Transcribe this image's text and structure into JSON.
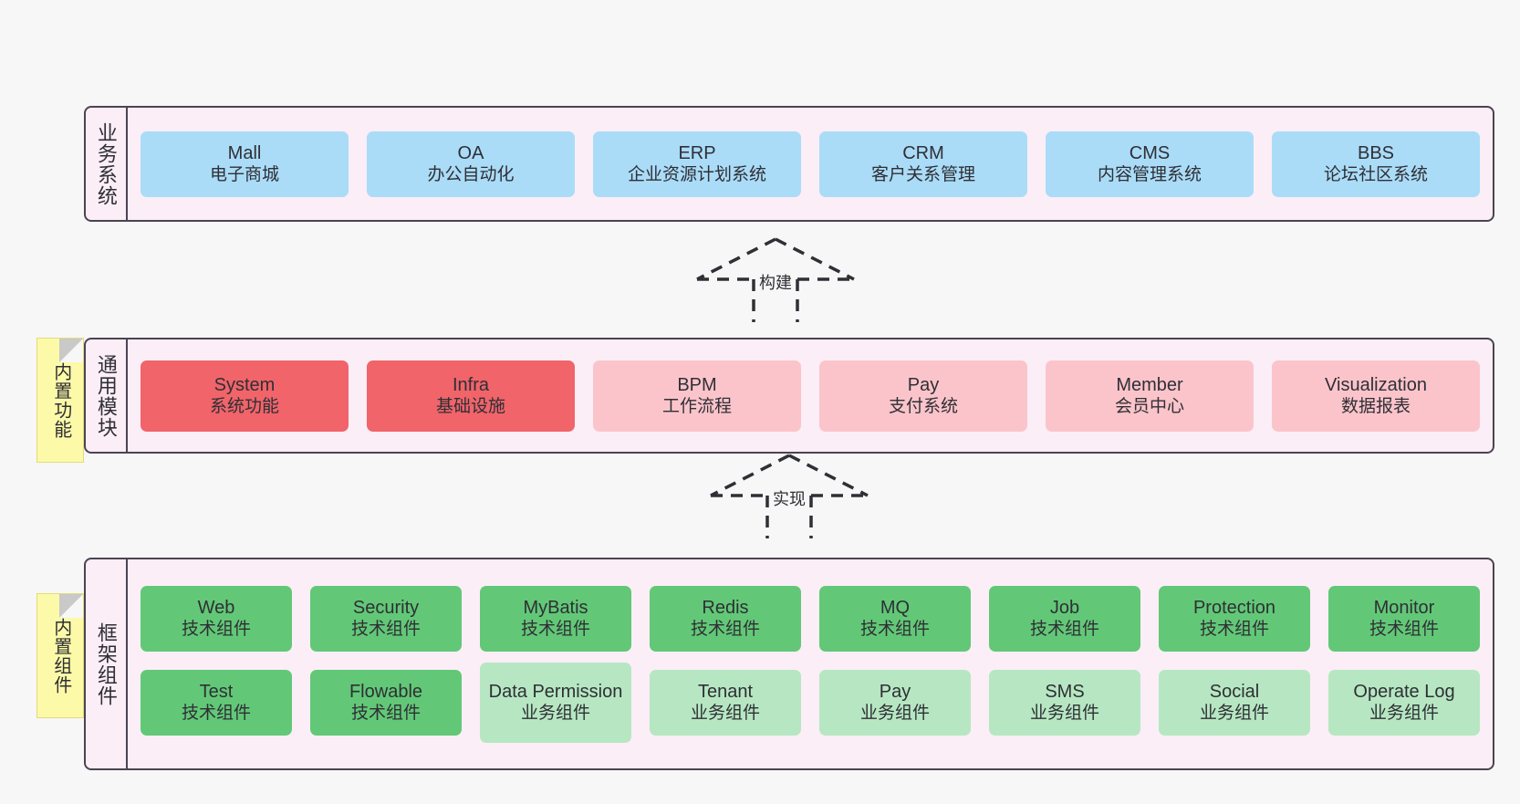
{
  "layers": [
    {
      "id": "business",
      "title": "业务系统",
      "rows": [
        {
          "cards": [
            {
              "name": "Mall",
              "desc": "电子商城",
              "style": "c-blue"
            },
            {
              "name": "OA",
              "desc": "办公自动化",
              "style": "c-blue"
            },
            {
              "name": "ERP",
              "desc": "企业资源计划系统",
              "style": "c-blue"
            },
            {
              "name": "CRM",
              "desc": "客户关系管理",
              "style": "c-blue"
            },
            {
              "name": "CMS",
              "desc": "内容管理系统",
              "style": "c-blue"
            },
            {
              "name": "BBS",
              "desc": "论坛社区系统",
              "style": "c-blue"
            }
          ]
        }
      ]
    },
    {
      "id": "common",
      "title": "通用模块",
      "sticky": "内置功能",
      "rows": [
        {
          "cards": [
            {
              "name": "System",
              "desc": "系统功能",
              "style": "c-red"
            },
            {
              "name": "Infra",
              "desc": "基础设施",
              "style": "c-red"
            },
            {
              "name": "BPM",
              "desc": "工作流程",
              "style": "c-pink"
            },
            {
              "name": "Pay",
              "desc": "支付系统",
              "style": "c-pink"
            },
            {
              "name": "Member",
              "desc": "会员中心",
              "style": "c-pink"
            },
            {
              "name": "Visualization",
              "desc": "数据报表",
              "style": "c-pink"
            }
          ]
        }
      ]
    },
    {
      "id": "frame",
      "title": "框架组件",
      "sticky": "内置组件",
      "rows": [
        {
          "cards": [
            {
              "name": "Web",
              "desc": "技术组件",
              "style": "c-green"
            },
            {
              "name": "Security",
              "desc": "技术组件",
              "style": "c-green"
            },
            {
              "name": "MyBatis",
              "desc": "技术组件",
              "style": "c-green"
            },
            {
              "name": "Redis",
              "desc": "技术组件",
              "style": "c-green"
            },
            {
              "name": "MQ",
              "desc": "技术组件",
              "style": "c-green"
            },
            {
              "name": "Job",
              "desc": "技术组件",
              "style": "c-green"
            },
            {
              "name": "Protection",
              "desc": "技术组件",
              "style": "c-green"
            },
            {
              "name": "Monitor",
              "desc": "技术组件",
              "style": "c-green"
            }
          ]
        },
        {
          "cards": [
            {
              "name": "Test",
              "desc": "技术组件",
              "style": "c-green"
            },
            {
              "name": "Flowable",
              "desc": "技术组件",
              "style": "c-green"
            },
            {
              "name": "Data Permission",
              "desc": "业务组件",
              "style": "c-lightgreen",
              "tall": true
            },
            {
              "name": "Tenant",
              "desc": "业务组件",
              "style": "c-lightgreen"
            },
            {
              "name": "Pay",
              "desc": "业务组件",
              "style": "c-lightgreen"
            },
            {
              "name": "SMS",
              "desc": "业务组件",
              "style": "c-lightgreen"
            },
            {
              "name": "Social",
              "desc": "业务组件",
              "style": "c-lightgreen"
            },
            {
              "name": "Operate Log",
              "desc": "业务组件",
              "style": "c-lightgreen"
            }
          ]
        }
      ]
    }
  ],
  "connectors": [
    {
      "id": "build",
      "label": "构建"
    },
    {
      "id": "impl",
      "label": "实现"
    }
  ],
  "colors": {
    "panel_bg": "#fbeef6",
    "panel_border": "#4a4452",
    "sticky_bg": "#fcfaa8",
    "blue": "#aadcf8",
    "red": "#f0646a",
    "pink": "#fbc4cb",
    "green": "#62c877",
    "light_green": "#b6e7c2",
    "page_bg": "#f7f7f7"
  }
}
